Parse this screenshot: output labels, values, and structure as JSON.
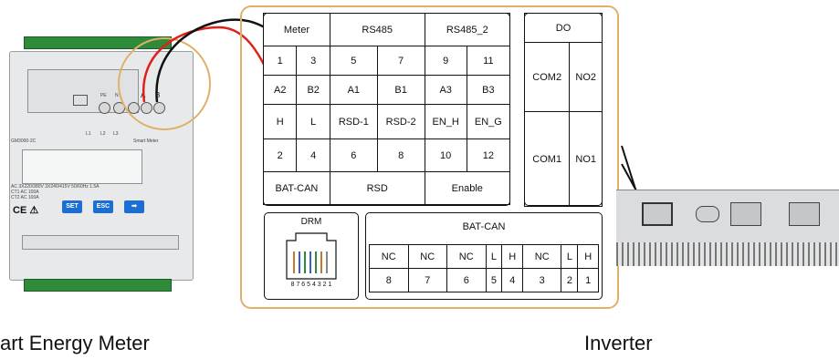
{
  "meter_device": {
    "model": "GM3000-2C",
    "product": "Smart Meter",
    "terminal_labels": [
      "PE",
      "N",
      "A",
      "B"
    ],
    "ct_labels": [
      "L1",
      "L2",
      "L3"
    ],
    "buttons": [
      "SET",
      "ESC"
    ],
    "spec_lines": [
      "AC 3X220/380V 3X240/415V 50/60Hz 1.5A",
      "CT1 AC 100A",
      "CT2 AC 100A"
    ]
  },
  "interface": {
    "main_headers": [
      "Meter",
      "RS485",
      "RS485_2"
    ],
    "row1_pins": [
      "1",
      "3",
      "5",
      "7",
      "9",
      "11"
    ],
    "row2_labels": [
      "A2",
      "B2",
      "A1",
      "B1",
      "A3",
      "B3"
    ],
    "row3_labels": [
      "H",
      "L",
      "RSD-1",
      "RSD-2",
      "EN_H",
      "EN_G"
    ],
    "row4_pins": [
      "2",
      "4",
      "6",
      "8",
      "10",
      "12"
    ],
    "footer_labels": [
      "BAT-CAN",
      "RSD",
      "Enable"
    ],
    "do_title": "DO",
    "do_rows": [
      [
        "COM2",
        "NO2"
      ],
      [
        "COM1",
        "NO1"
      ]
    ],
    "drm_title": "DRM",
    "drm_pin_numbers": "8 7 6 5 4 3 2 1",
    "batcan_title": "BAT-CAN",
    "batcan_signals": [
      "NC",
      "NC",
      "NC",
      "L",
      "H",
      "NC",
      "L",
      "H"
    ],
    "batcan_pins": [
      "8",
      "7",
      "6",
      "5",
      "4",
      "3",
      "2",
      "1"
    ]
  },
  "captions": {
    "left": "art Energy Meter",
    "right": "Inverter"
  },
  "colors": {
    "frame": "#e0b06a",
    "wire_red": "#e0211b",
    "wire_black": "#111111",
    "button_blue": "#1c6fd0",
    "terminal_green": "#2f8a3a"
  }
}
